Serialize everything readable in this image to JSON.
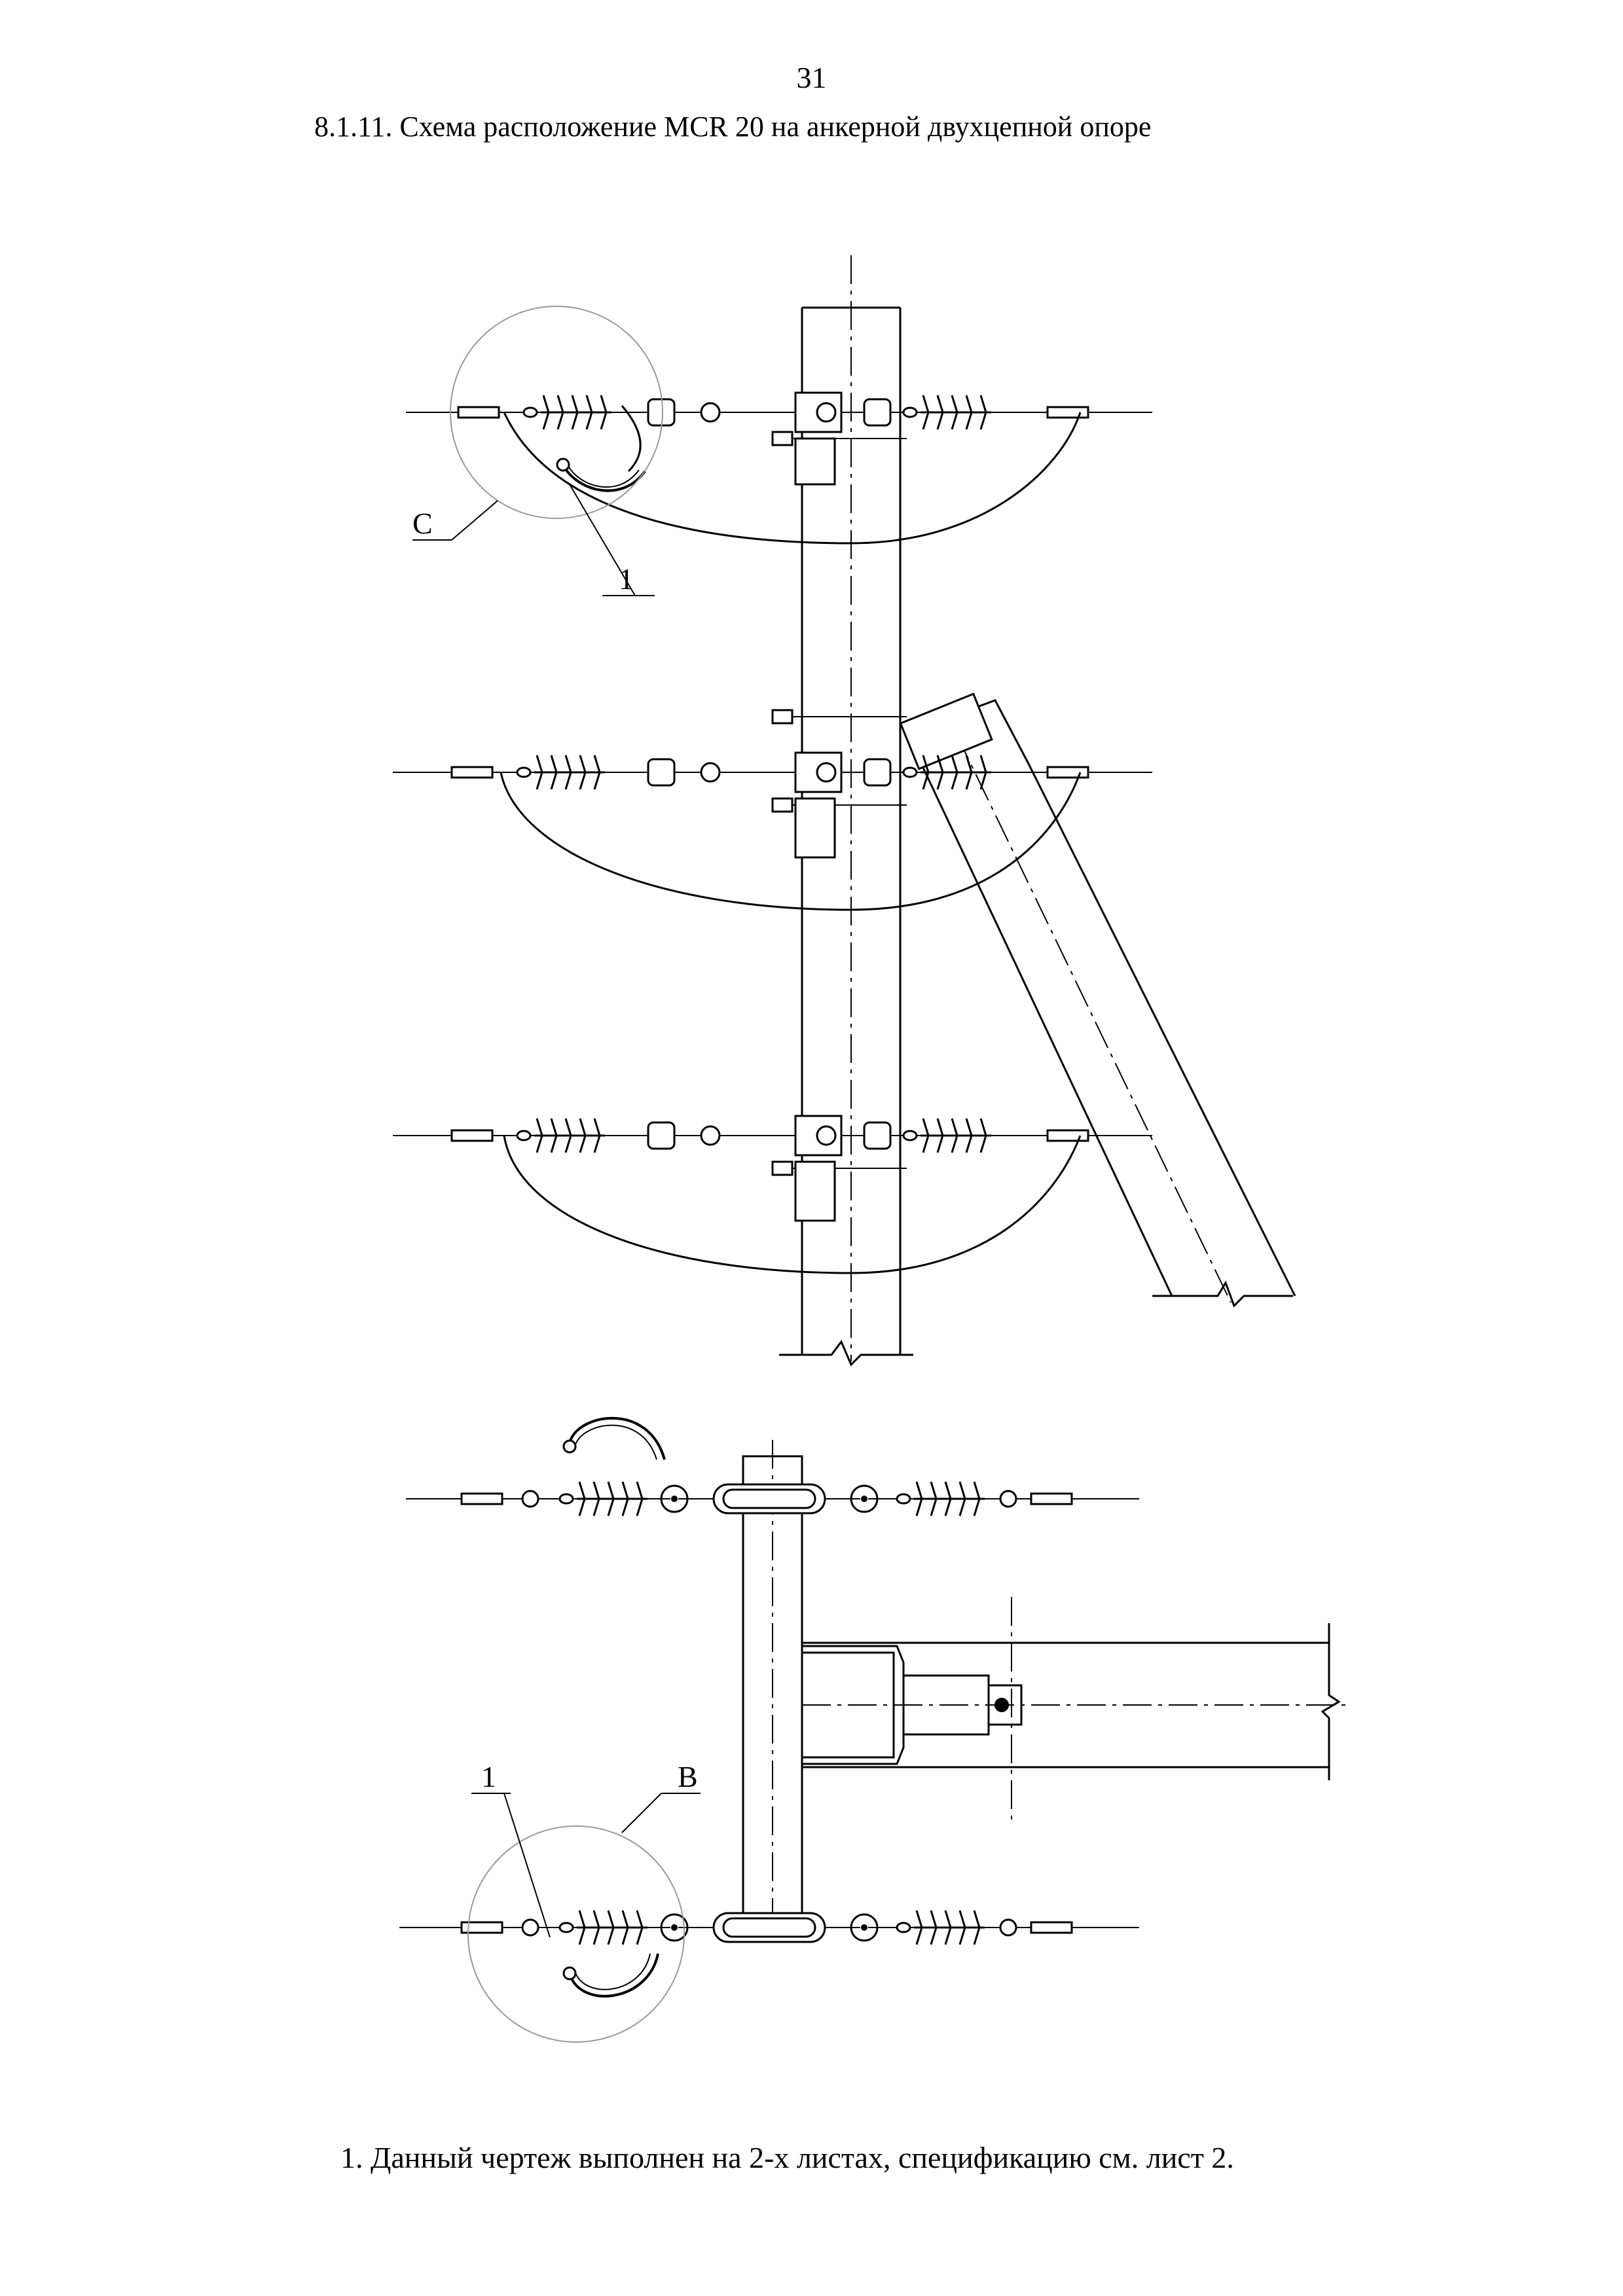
{
  "page_number": "31",
  "title": "8.1.11. Схема расположение MCR 20 на анкерной двухцепной опоре",
  "footnote": "1. Данный чертеж выполнен на 2-х листах, спецификацию см. лист 2.",
  "callouts": {
    "detail_c": "C",
    "detail_b": "B",
    "item_1_top": "1",
    "item_1_bottom": "1"
  }
}
